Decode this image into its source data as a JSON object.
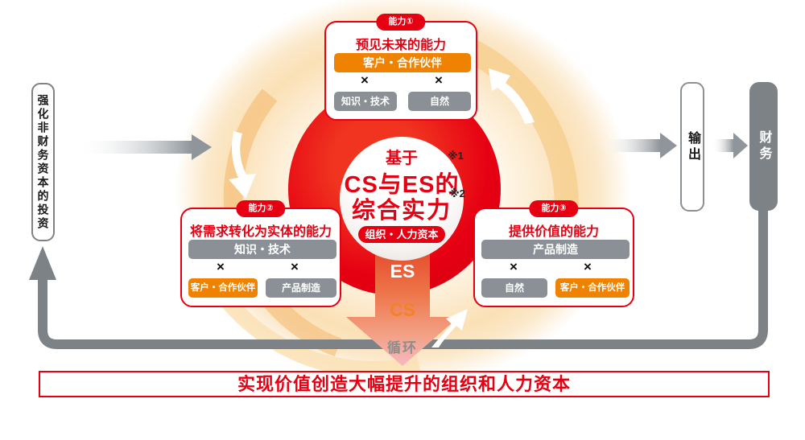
{
  "palette": {
    "red": "#e60012",
    "orange": "#ef8200",
    "gray_box": "#8a9095",
    "gray_flow": "#7d8287",
    "arrow_gradient_top": "#e43c24",
    "arrow_gradient_bottom": "#f6b9c0",
    "glow": "#f6c77c"
  },
  "invest_box": {
    "label": "强化非财务资本的投资"
  },
  "center": {
    "line1": "基于",
    "line2": "CS与ES的",
    "line3": "综合实力",
    "note1": "※1",
    "note2": "※2",
    "pill": "组织・人力资本"
  },
  "cross": "×",
  "cards": {
    "top": {
      "badge": "能力①",
      "title": "预见未来的能力",
      "primary": {
        "label": "客户・合作伙伴",
        "color": "orange"
      },
      "factors": [
        {
          "label": "知识・技术",
          "color": "gray"
        },
        {
          "label": "自然",
          "color": "gray"
        }
      ]
    },
    "left": {
      "badge": "能力②",
      "title": "将需求转化为实体的能力",
      "primary": {
        "label": "知识・技术",
        "color": "gray"
      },
      "factors": [
        {
          "label": "客户・合作伙伴",
          "color": "orange"
        },
        {
          "label": "产品制造",
          "color": "gray"
        }
      ]
    },
    "right": {
      "badge": "能力③",
      "title": "提供价值的能力",
      "primary": {
        "label": "产品制造",
        "color": "gray"
      },
      "factors": [
        {
          "label": "自然",
          "color": "gray"
        },
        {
          "label": "客户・合作伙伴",
          "color": "orange"
        }
      ]
    }
  },
  "cycle": {
    "es": "ES",
    "cs": "CS",
    "loop": "循环"
  },
  "output_box": {
    "label": "输出"
  },
  "finance_box": {
    "label": "财务"
  },
  "banner": {
    "label": "实现价值创造大幅提升的组织和人力资本"
  }
}
